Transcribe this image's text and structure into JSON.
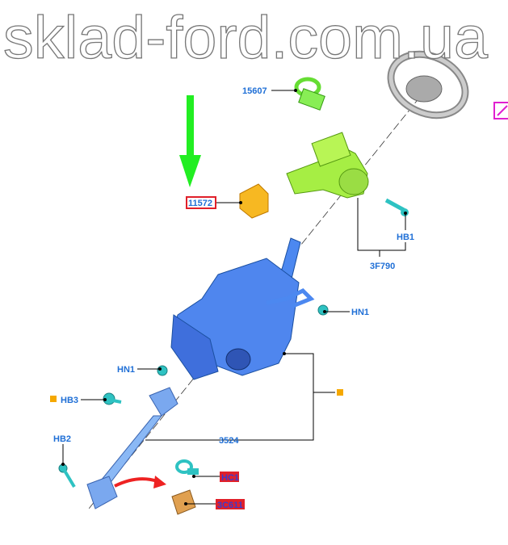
{
  "watermark": "sklad-ford.com.ua",
  "callouts": {
    "p15607": "15607",
    "p11572": "11572",
    "hb1": "HB1",
    "p3f790": "3F790",
    "hn1_upper": "HN1",
    "hn1_lower": "HN1",
    "hb3": "HB3",
    "hb2": "HB2",
    "p3524": "3524",
    "hc1": "HC1",
    "p3c611": "3C611"
  },
  "colors": {
    "label": "#1f6fd6",
    "highlight_box": "#e0202a",
    "arrow_green": "#22ee22",
    "arrow_red": "#ee2222",
    "ref_box": "#e020d0",
    "marker": "#f5a800"
  }
}
